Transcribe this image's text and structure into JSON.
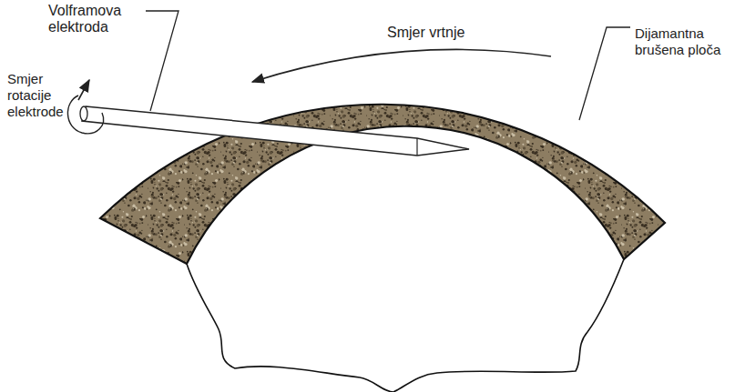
{
  "diagram": {
    "labels": [
      "Volframova elektroda",
      "Smjer vrtnje",
      "Smjer rotacije elektrode",
      "Dijamantna brušena ploča"
    ]
  }
}
